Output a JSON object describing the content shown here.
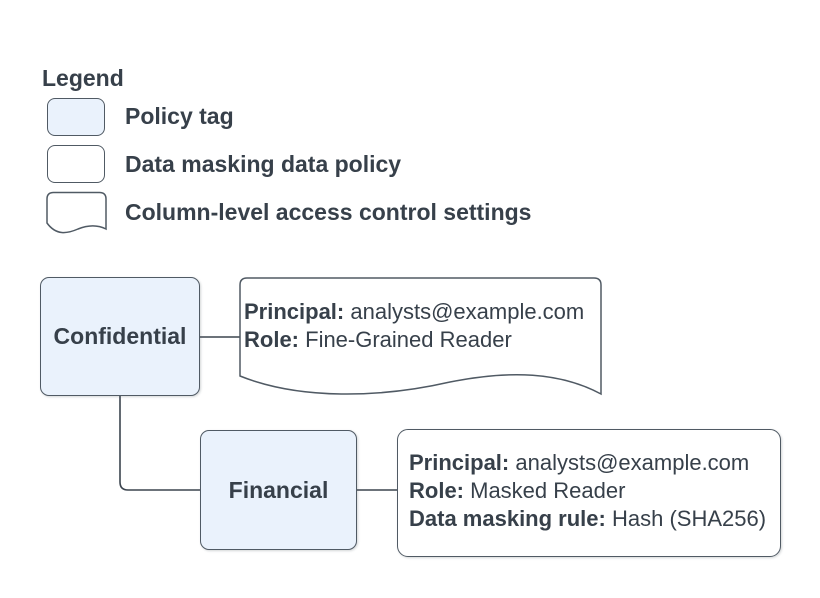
{
  "legend": {
    "title": "Legend",
    "items": [
      {
        "id": "policy-tag",
        "label": "Policy tag",
        "swatch_fill": "#eaf2fc"
      },
      {
        "id": "data-masking-data-policy",
        "label": "Data masking data policy",
        "swatch_fill": "#ffffff"
      },
      {
        "id": "column-level-access-control-settings",
        "label": "Column-level access control settings",
        "swatch_fill": "#ffffff"
      }
    ]
  },
  "nodes": {
    "confidential": {
      "label": "Confidential",
      "type": "policy-tag"
    },
    "financial": {
      "label": "Financial",
      "type": "policy-tag"
    }
  },
  "access_control": {
    "shape": "column-level-access-control-settings",
    "fields": [
      {
        "label": "Principal:",
        "value": "analysts@example.com"
      },
      {
        "label": "Role:",
        "value": "Fine-Grained Reader"
      }
    ]
  },
  "masking_policy": {
    "shape": "data-masking-data-policy",
    "fields": [
      {
        "label": "Principal:",
        "value": "analysts@example.com"
      },
      {
        "label": "Role:",
        "value": "Masked Reader"
      },
      {
        "label": "Data masking rule:",
        "value": "Hash (SHA256)"
      }
    ]
  },
  "colors": {
    "policy_tag_fill": "#eaf2fc",
    "shape_stroke": "#505a64",
    "connector_stroke": "#3c454f",
    "text": "#37404a",
    "background": "#ffffff"
  }
}
